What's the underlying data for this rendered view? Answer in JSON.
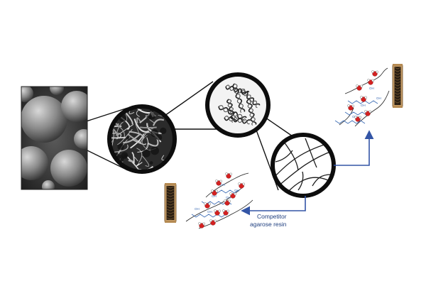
{
  "figure": {
    "background_color": "#ffffff",
    "link_line_color": "#111111",
    "arrow_color": "#3355a6",
    "chain_color": "#3d6db5",
    "water_oxygen_color": "#d42020",
    "water_hydrogen_color": "#ffffff",
    "sem_bead_gray": "#8a8a8a",
    "column_frame_color": "#c9a06b",
    "column_fill_color": "#2a1e12"
  },
  "panels": [
    {
      "id": "sem-microbeads",
      "kind": "grayscale micrograph of spherical beads"
    },
    {
      "id": "sem-fiber-network",
      "kind": "zoomed micrograph of porous fibrous network"
    },
    {
      "id": "polymer-helix-bundle",
      "kind": "zoomed drawing of crosslinked helical polymer"
    },
    {
      "id": "pore-sketch",
      "kind": "line sketch of open pore structure"
    }
  ],
  "annotations": {
    "competitor_line1": "Competitor",
    "competitor_line2": "agarose resin"
  },
  "hydroxyl_label": "OH",
  "icons": [
    "chromatography-column-icon",
    "water-molecule-icon",
    "polymer-chain-icon",
    "arrow-icon"
  ]
}
